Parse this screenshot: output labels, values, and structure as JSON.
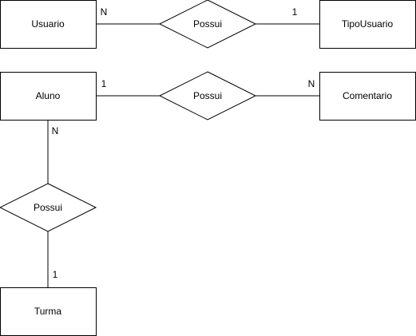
{
  "entities": {
    "usuario": "Usuario",
    "tipo_usuario": "TipoUsuario",
    "aluno": "Aluno",
    "comentario": "Comentario",
    "turma": "Turma"
  },
  "relationships": {
    "usuario_tipousuario": "Possui",
    "aluno_comentario": "Possui",
    "aluno_turma": "Possui"
  },
  "cardinalities": {
    "usuario_side": "N",
    "tipousuario_side": "1",
    "aluno_side_comentario": "1",
    "comentario_side": "N",
    "aluno_side_turma": "N",
    "turma_side": "1"
  }
}
